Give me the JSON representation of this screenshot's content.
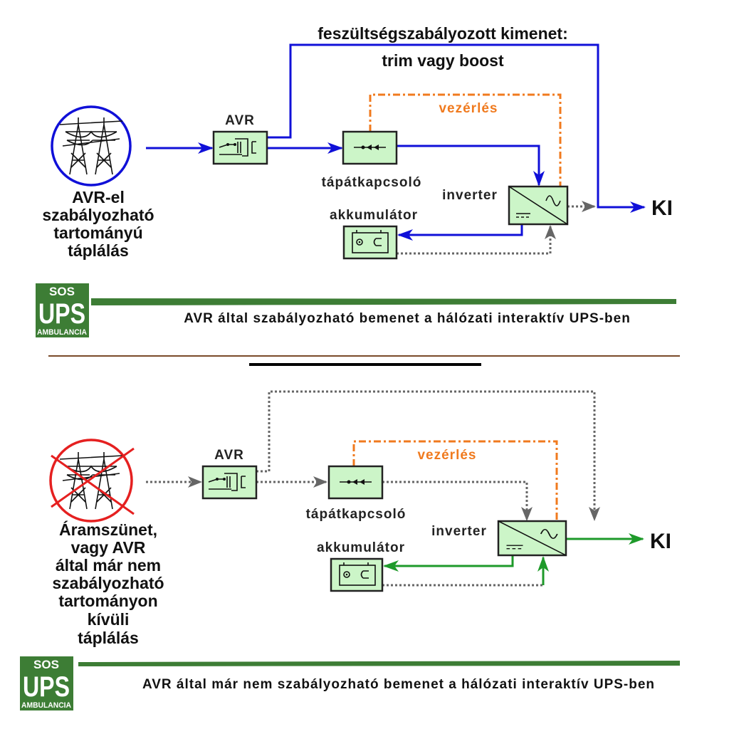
{
  "top": {
    "title_line1": "feszültségszabályozott kimenet:",
    "title_line2": "trim vagy boost",
    "source_lines": [
      "AVR-el",
      "szabályozható",
      "tartományú",
      "táplálás"
    ],
    "avr_label": "AVR",
    "switch_label": "tápátkapcsoló",
    "inverter_label": "inverter",
    "battery_label": "akkumulátor",
    "control_label": "vezérlés",
    "output_label": "KI",
    "caption": "AVR által szabályozható bemenet a hálózati interaktív UPS-ben"
  },
  "bottom": {
    "source_lines": [
      "Áramszünet,",
      "vagy AVR",
      "által már nem",
      "szabályozható",
      "tartományon",
      "kívüli",
      "táplálás"
    ],
    "avr_label": "AVR",
    "switch_label": "tápátkapcsoló",
    "inverter_label": "inverter",
    "battery_label": "akkumulátor",
    "control_label": "vezérlés",
    "output_label": "KI",
    "caption": "AVR által már nem szabályozható bemenet a hálózati interaktív UPS-ben"
  },
  "logo": {
    "line1": "SOS",
    "line2": "UPS",
    "line3": "AMBULANCIA"
  },
  "colors": {
    "normal_path": "#1010d8",
    "battery_path": "#1e9a2a",
    "control": "#f07a1e",
    "inactive": "#666666",
    "block_fill": "#ccf5c8",
    "logo": "#3d7d35"
  }
}
